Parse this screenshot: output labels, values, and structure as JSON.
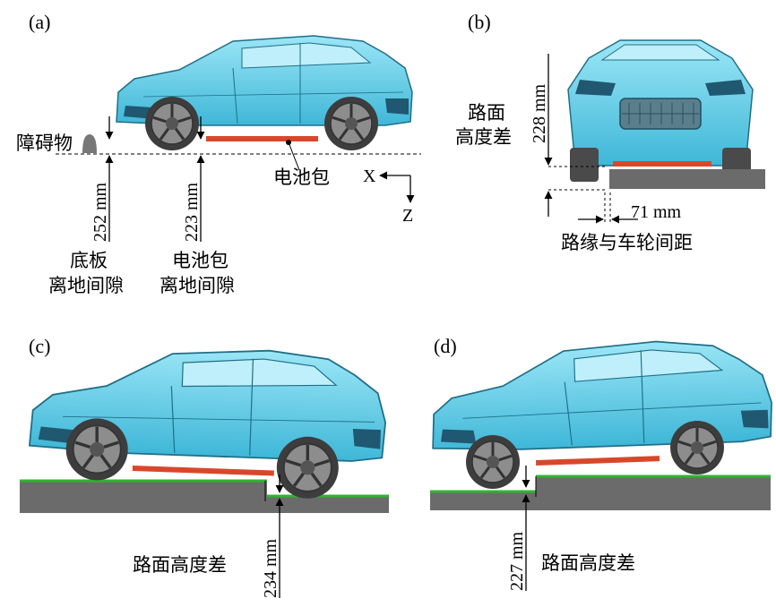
{
  "panels": {
    "a": {
      "label": "(a)",
      "obstacle_label": "障碍物",
      "battery_label": "电池包",
      "axis_x": "X",
      "axis_z": "Z",
      "floor_clearance_value": "252 mm",
      "battery_clearance_value": "223 mm",
      "floor_caption_line1": "底板",
      "floor_caption_line2": "离地间隙",
      "battery_caption_line1": "电池包",
      "battery_caption_line2": "离地间隙"
    },
    "b": {
      "label": "(b)",
      "height_value": "228 mm",
      "height_caption_line1": "路面",
      "height_caption_line2": "高度差",
      "gap_value": "71 mm",
      "gap_caption": "路缘与车轮间距"
    },
    "c": {
      "label": "(c)",
      "height_value": "234 mm",
      "height_caption": "路面高度差"
    },
    "d": {
      "label": "(d)",
      "height_value": "227 mm",
      "height_caption": "路面高度差"
    }
  },
  "colors": {
    "body": "#6fd3ec",
    "body_dark": "#2a8aa6",
    "battery": "#d9472b",
    "ground": "#6b6b6b",
    "grass": "#2fb52f",
    "tire": "#4a4a4a"
  }
}
